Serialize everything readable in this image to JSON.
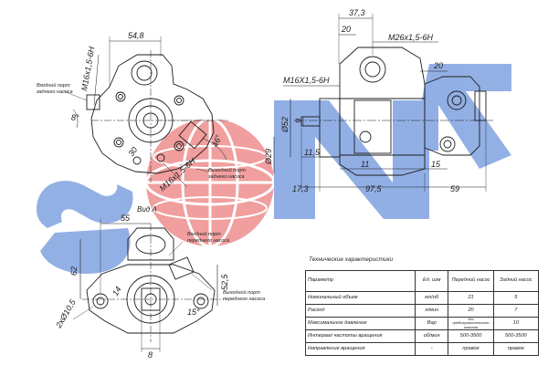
{
  "drawing": {
    "side_view": {
      "dims": {
        "d37_3": "37,3",
        "d20_top": "20",
        "m26": "M26x1,5-6H",
        "m16": "M16X1,5-6H",
        "d20_right": "20",
        "d52": "Ø52",
        "d9": "9",
        "d29": "Ø29",
        "d11_5": "11,5",
        "d11": "11",
        "d15": "15",
        "d17_3": "17,3",
        "d97_5": "97,5",
        "d59": "59"
      }
    },
    "front_view": {
      "dims": {
        "d54_8": "54,8",
        "m16_top": "M16x1,5-6H",
        "angle8": "8°",
        "angle46": "46°",
        "m16_bottom": "M16x1,5-6H",
        "d30": "30",
        "inlet_note_line1": "Входной порт",
        "inlet_note_line2": "заднего насоса",
        "outlet_note_line1": "Выходной порт",
        "outlet_note_line2": "заднего насоса"
      }
    },
    "view_a": {
      "title": "Вид А",
      "dims": {
        "d55": "55",
        "d62": "62",
        "d2x10_5": "2хØ10,5",
        "d14": "14",
        "d8": "8",
        "d15": "15°",
        "d52_5": "52,5",
        "inlet_note_line1": "Входной порт",
        "inlet_note_line2": "переднего насоса",
        "outlet_note_line1": "Выходной порт",
        "outlet_note_line2": "переднего насоса"
      }
    }
  },
  "specs": {
    "title": "Технические характеристики",
    "headers": {
      "param": "Параметр",
      "unit": "Ед. изм",
      "front": "Передний насос",
      "rear": "Задний насос"
    },
    "rows": [
      {
        "param": "Номинальный объем",
        "unit": "мл/об",
        "front": "21",
        "rear": "5"
      },
      {
        "param": "Расход",
        "unit": "л/мин",
        "front": "20",
        "rear": "7"
      },
      {
        "param": "Максимальное давление",
        "unit": "Bap",
        "front": "без предохранительного клапана",
        "rear": "10"
      },
      {
        "param": "Интервал частоты вращения",
        "unit": "об/мин",
        "front": "500-3500",
        "rear": "500-3500"
      },
      {
        "param": "Направление вращения",
        "unit": "-",
        "front": "правое",
        "rear": "правое"
      }
    ]
  },
  "colors": {
    "line": "#1c1c1c",
    "watermark_blue": "#3a6fd0",
    "watermark_red": "#e23c3c"
  }
}
